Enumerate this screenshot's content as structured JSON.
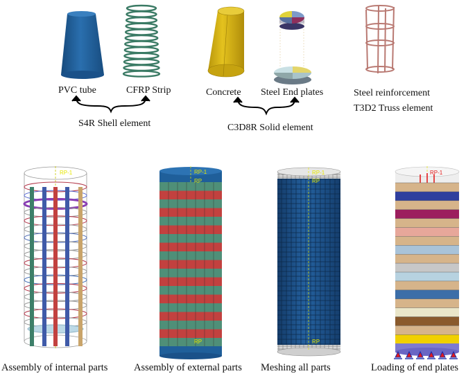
{
  "labels": {
    "pvc": "PVC  tube",
    "cfrp": "CFRP   Strip",
    "concrete": "Concrete",
    "steel_end": "Steel End plates",
    "steel_reinf": "Steel reinforcement",
    "truss": "T3D2 Truss element",
    "shell": "S4R Shell element",
    "solid": "C3D8R Solid element"
  },
  "captions": {
    "internal": "Assembly of internal parts",
    "external": "Assembly of external parts",
    "meshing": "Meshing all parts",
    "loading": "Loading of end plates"
  },
  "markers": {
    "rp1": "RP-1",
    "rp": "RP"
  },
  "colors": {
    "pvc_blue": "#1f5f9a",
    "cfrp_green": "#3a7a64",
    "concrete_yellow": "#d6b312",
    "steel_red": "#b7524c",
    "mesh_blue": "#1d4f86",
    "strip_red": "#c2413f",
    "strip_green": "#4f8f78"
  }
}
